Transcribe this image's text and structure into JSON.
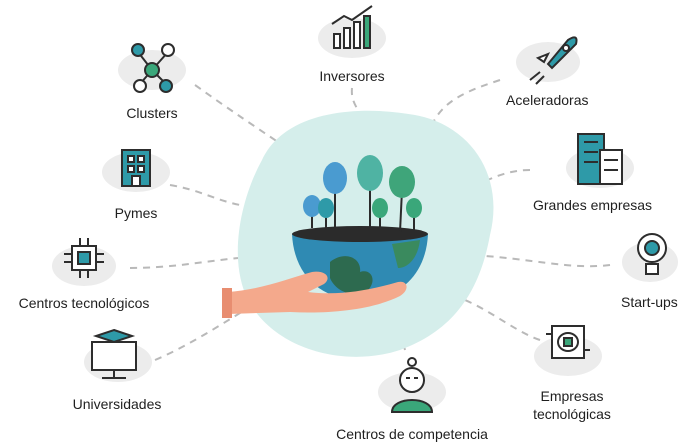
{
  "diagram": {
    "center": {
      "name": "hand-holding-globe-with-trees",
      "colors": {
        "blob": "#d3ece9",
        "earth": "#2f8ab3",
        "land": "#2d6a4f",
        "skin": "#f4a98c",
        "tree": "#4fb3a3"
      }
    },
    "nodes": [
      {
        "id": "inversores",
        "label": "Inversores",
        "icon": "growth-chart-icon"
      },
      {
        "id": "aceleradoras",
        "label": "Aceleradoras",
        "icon": "rocket-icon"
      },
      {
        "id": "grandes",
        "label": "Grandes empresas",
        "icon": "office-building-icon"
      },
      {
        "id": "startups",
        "label": "Start-ups",
        "icon": "lightbulb-gear-icon"
      },
      {
        "id": "empresas",
        "label": "Empresas tecnológicas",
        "icon": "brain-chip-icon"
      },
      {
        "id": "competencia",
        "label": "Centros de competencia",
        "icon": "expert-person-icon"
      },
      {
        "id": "universidades",
        "label": "Universidades",
        "icon": "computer-graduation-cap-icon"
      },
      {
        "id": "centros",
        "label": "Centros tecnológicos",
        "icon": "circuit-chip-icon"
      },
      {
        "id": "pymes",
        "label": "Pymes",
        "icon": "small-building-icon"
      },
      {
        "id": "clusters",
        "label": "Clusters",
        "icon": "network-people-icon"
      }
    ],
    "colors": {
      "icon_stroke": "#2d2d2d",
      "accent_green": "#3aa77a",
      "accent_teal": "#2e9aa8",
      "cloud": "#ebebeb",
      "dash": "#b7b7b7"
    }
  }
}
